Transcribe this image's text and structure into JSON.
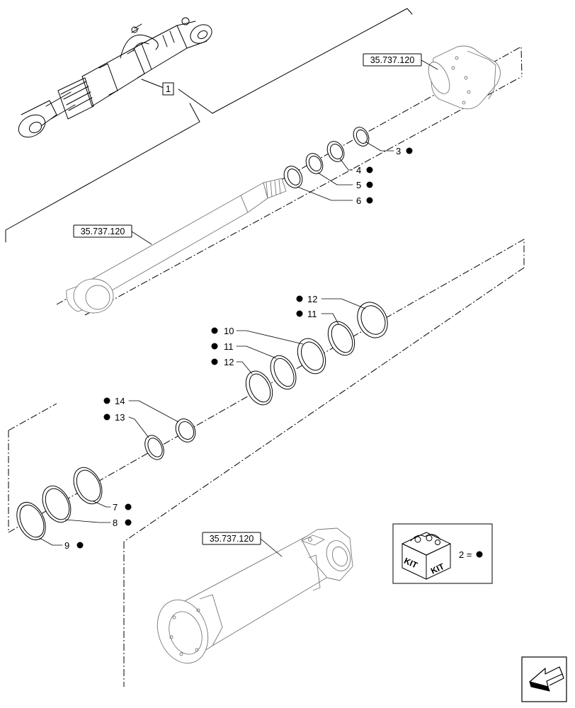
{
  "references": {
    "top_right": "35.737.120",
    "rod": "35.737.120",
    "barrel": "35.737.120"
  },
  "assembly_callout": "1",
  "callouts": {
    "p3": "3",
    "p4": "4",
    "p5": "5",
    "p6": "6",
    "p12a": "12",
    "p11a": "11",
    "p10": "10",
    "p11b": "11",
    "p12b": "12",
    "p14": "14",
    "p13": "13",
    "p7": "7",
    "p8": "8",
    "p9": "9"
  },
  "kit": {
    "box_word_left": "KIT",
    "box_word_right": "KIT",
    "legend_text": "2 =",
    "legend_symbol": "filled-dot"
  },
  "icons": {
    "kit": "kit-box-icon",
    "navigation": "previous-page-arrow-icon"
  }
}
